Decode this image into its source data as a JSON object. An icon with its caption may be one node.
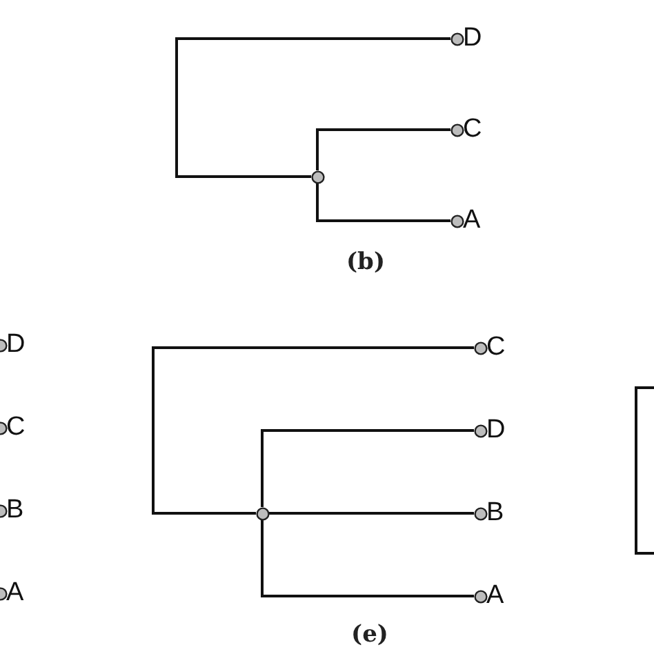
{
  "diagram": {
    "nodes": [
      {
        "text": [],
        "shape": "circle",
        "beside": [
          "D"
        ]
      },
      {
        "text": [],
        "shape": "circle",
        "beside": [
          "C"
        ]
      },
      {
        "text": [],
        "shape": "circle",
        "beside": [
          "A"
        ]
      },
      {
        "text": [],
        "shape": "circle"
      },
      {
        "text": [],
        "shape": "circle",
        "beside": [
          "C"
        ]
      },
      {
        "text": [],
        "shape": "circle",
        "beside": [
          "D"
        ]
      },
      {
        "text": [],
        "shape": "circle",
        "beside": [
          "B"
        ]
      },
      {
        "text": [],
        "shape": "circle",
        "beside": [
          "A"
        ]
      },
      {
        "text": [],
        "shape": "circle"
      },
      {
        "text": [],
        "shape": "circle",
        "beside": [
          "D"
        ]
      },
      {
        "text": [],
        "shape": "circle",
        "beside": [
          "C"
        ]
      },
      {
        "text": [],
        "shape": "circle",
        "beside": [
          "B"
        ]
      },
      {
        "text": [],
        "shape": "circle",
        "beside": [
          "A"
        ]
      }
    ],
    "edges": [
      {
        "from": 3,
        "to": 0,
        "arrow": "none"
      },
      {
        "from": 3,
        "to": 1,
        "arrow": "none"
      },
      {
        "from": 3,
        "to": 2,
        "arrow": "none"
      },
      {
        "from": 8,
        "to": 4,
        "arrow": "none"
      },
      {
        "from": 8,
        "to": 5,
        "arrow": "none"
      },
      {
        "from": 8,
        "to": 6,
        "arrow": "none"
      },
      {
        "from": 8,
        "to": 7,
        "arrow": "none"
      }
    ],
    "labels": [
      "(b)",
      "(e)"
    ]
  }
}
